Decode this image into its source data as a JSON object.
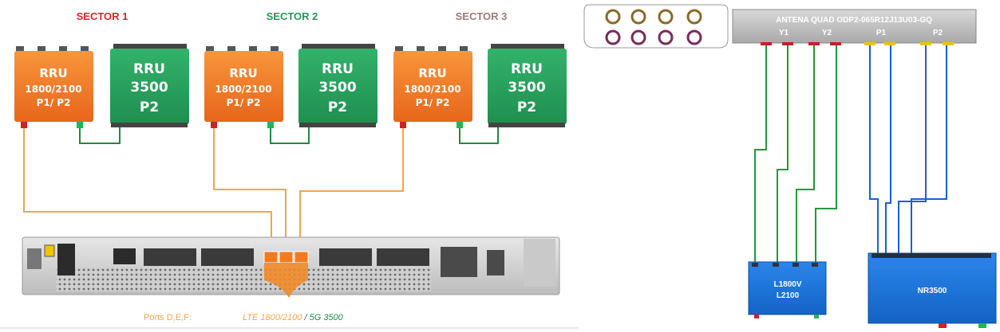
{
  "left": {
    "sectors": [
      {
        "label": "SECTOR 1",
        "color": "#e0202a"
      },
      {
        "label": "SECTOR 2",
        "color": "#1f9a58"
      },
      {
        "label": "SECTOR 3",
        "color": "#9a7b78"
      }
    ],
    "rru_orange": {
      "line1": "RRU",
      "line2": "1800/2100",
      "line3": "P1/ P2"
    },
    "rru_green": {
      "line1": "RRU",
      "line2": "3500",
      "line3": "P2"
    },
    "ports_label": "Ports D,E,F:",
    "tech_label_lte": "LTE 1800/2100",
    "tech_label_sep": " / ",
    "tech_label_5g": "5G 3500"
  },
  "right": {
    "antenna": {
      "title": "ANTENA QUAD ODP2-065R12J13U03-GQ",
      "ports": [
        "Y1",
        "Y2",
        "P1",
        "P2"
      ]
    },
    "box_l1800": {
      "line1": "L1800V",
      "line2": "L2100"
    },
    "box_nr": {
      "label": "NR3500"
    }
  },
  "colors": {
    "orange": "#f47a20",
    "green": "#27a05a",
    "blue": "#1a6fd6",
    "cable_orange": "#f5a54a",
    "cable_green": "#1f8a45",
    "cable_blue": "#1a5fcf",
    "gray_panel": "#c4c4c4"
  }
}
